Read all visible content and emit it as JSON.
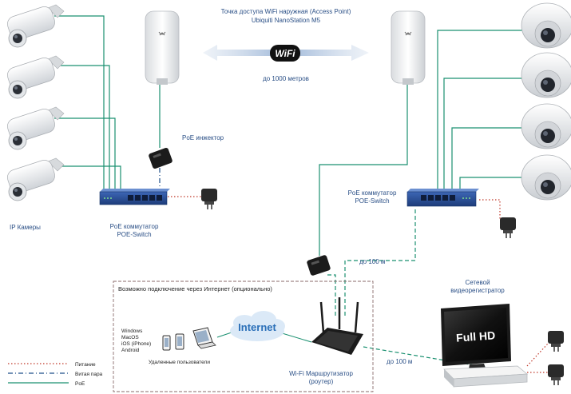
{
  "title": {
    "line1": "Точка доступа WiFi наружная (Access Point)",
    "line2": "Ubiquiti NanoStation M5"
  },
  "wifi_link": {
    "badge": "WiFi",
    "distance": "до 1000 метров"
  },
  "left_site": {
    "cameras_label": "IP Камеры",
    "poe_injector_label": "PoE инжектор",
    "switch_label_line1": "PoE коммутатор",
    "switch_label_line2": "POE-Switch"
  },
  "right_site": {
    "switch_label_line1": "PoE коммутатор",
    "switch_label_line2": "POE-Switch",
    "distance_switch": "до 100 м",
    "distance_nvr": "до 100 м",
    "nvr_label_line1": "Сетевой",
    "nvr_label_line2": "видеорегистратор",
    "monitor_text": "Full HD",
    "router_label_line1": "Wi-Fi Маршрутизатор",
    "router_label_line2": "(роутер)"
  },
  "internet_box": {
    "title": "Возможно подключение через Интернет (опционально)",
    "cloud_text": "Internet",
    "os_list": [
      "Windows",
      "MacOS",
      "iOS (iPhone)",
      "Android"
    ],
    "remote_users": "Удаленные пользователи"
  },
  "legend": [
    {
      "label": "Питание",
      "style": "dotted",
      "color": "#c0392b"
    },
    {
      "label": "Витая пара",
      "style": "dashdot",
      "color": "#1f4f8a"
    },
    {
      "label": "PoE",
      "style": "solid",
      "color": "#1a9070"
    }
  ],
  "colors": {
    "poe": "#1a9070",
    "power": "#c0392b",
    "twisted_pair": "#1f4f8a",
    "label_blue": "#2a4f86"
  }
}
